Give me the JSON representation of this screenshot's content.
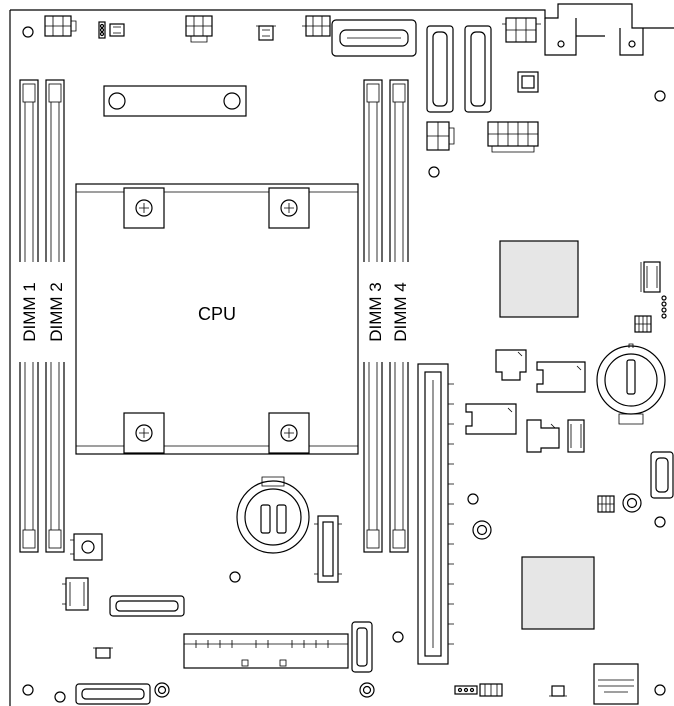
{
  "labels": {
    "cpu": "CPU",
    "dimm1": "DIMM 1",
    "dimm2": "DIMM 2",
    "dimm3": "DIMM 3",
    "dimm4": "DIMM 4"
  },
  "colors": {
    "line": "#000000",
    "background": "#ffffff",
    "chip": "#e6e6e6"
  }
}
